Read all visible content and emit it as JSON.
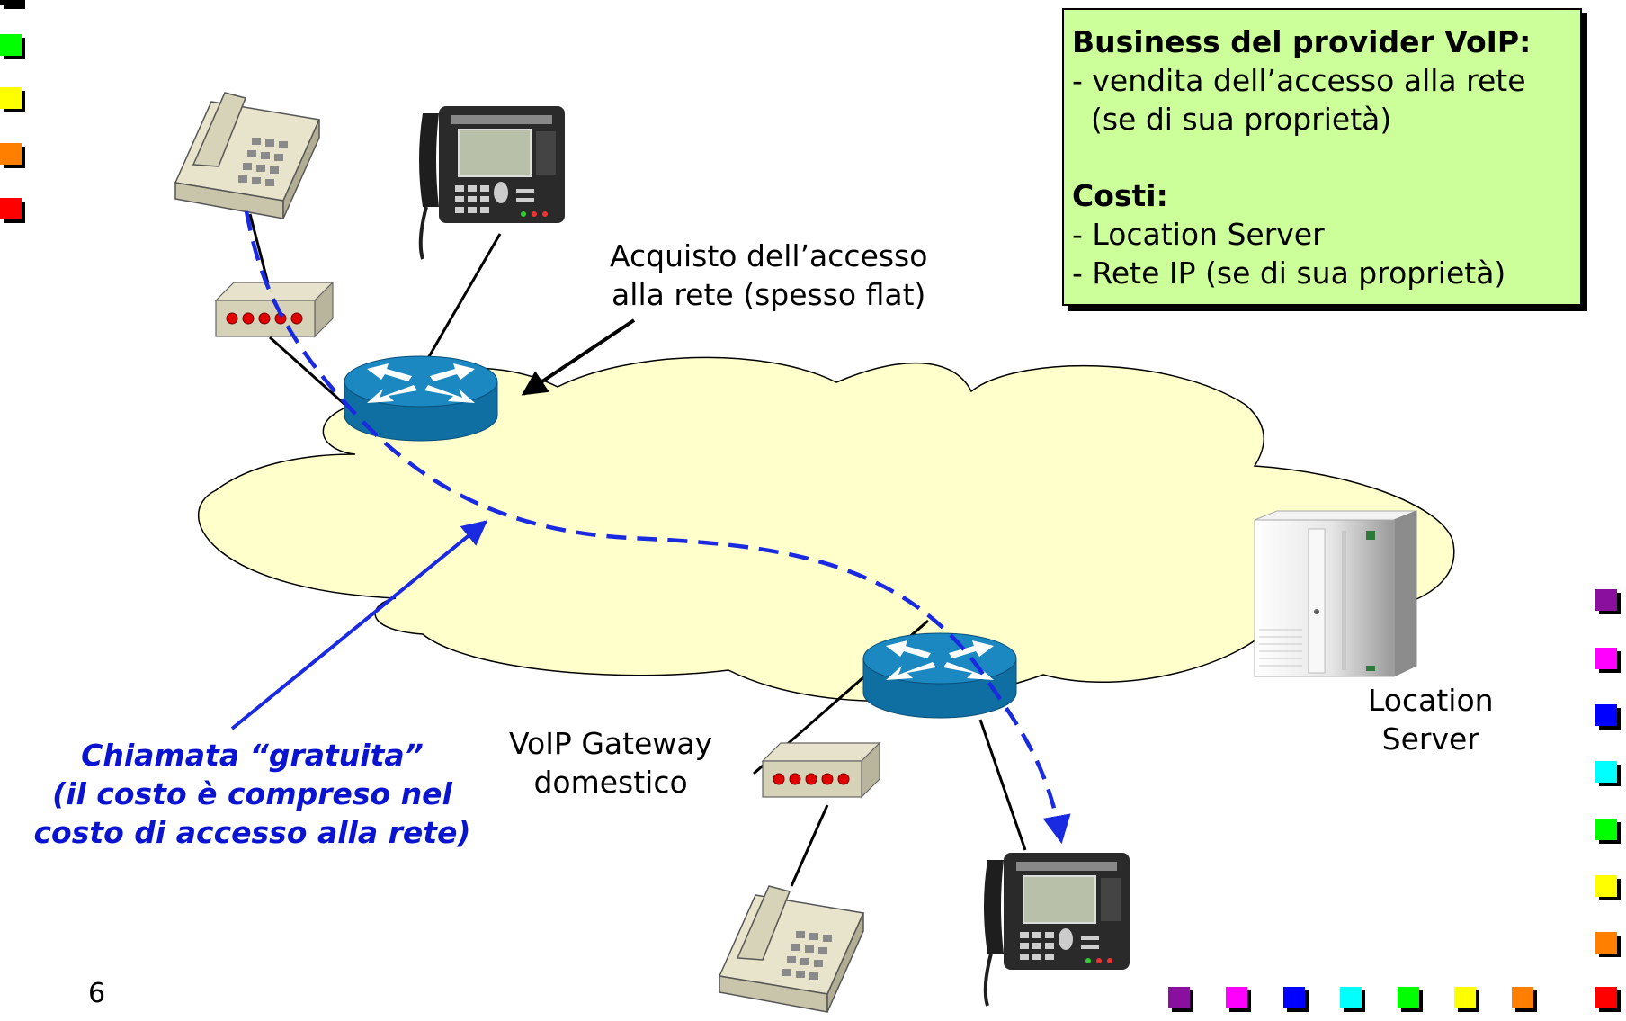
{
  "info_box": {
    "business_title": "Business del provider VoIP:",
    "business_items": [
      "- vendita dell’accesso alla rete",
      "  (se di sua proprietà)"
    ],
    "costs_title": "Costi:",
    "costs_items": [
      "- Location Server",
      "- Rete IP (se di sua proprietà)"
    ]
  },
  "labels": {
    "access_purchase": [
      "Acquisto dell’accesso",
      "alla rete (spesso flat)"
    ],
    "voip_gateway": [
      "VoIP Gateway",
      "domestico"
    ],
    "location_server": [
      "Location",
      "Server"
    ]
  },
  "callout": [
    "Chiamata “gratuita”",
    "(il costo è compreso nel",
    "costo di accesso alla rete)"
  ],
  "page_number": "6",
  "colors": {
    "cloud_fill": "#ffffcc",
    "info_box_fill": "#ccff99",
    "router_fill": "#1b88c2",
    "call_path": "#1a2ae0",
    "callout_text": "#0a14d0",
    "decor_squares": [
      "#8b0f9f",
      "#ff00ff",
      "#0000ff",
      "#00ffff",
      "#00ff00",
      "#ffff00",
      "#ff8000",
      "#ff0000"
    ]
  },
  "icons": [
    "analog-phone-icon",
    "ip-phone-icon",
    "voip-gateway-icon",
    "router-icon",
    "server-icon"
  ]
}
